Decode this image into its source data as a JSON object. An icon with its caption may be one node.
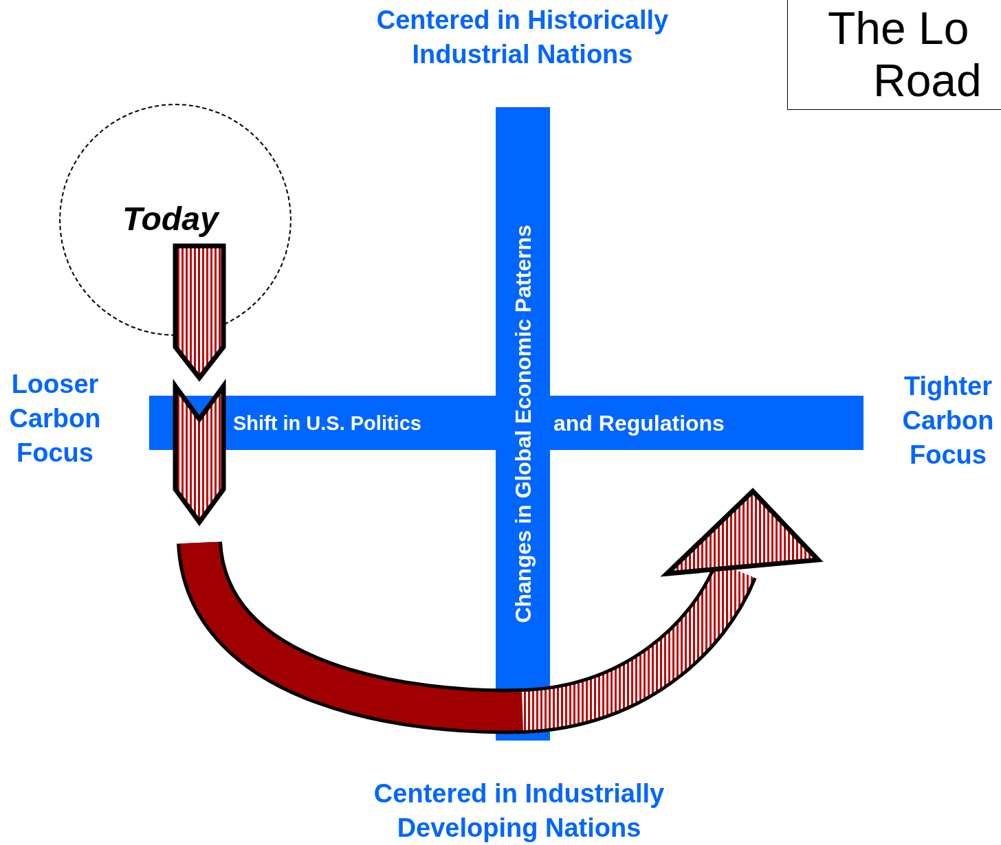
{
  "diagram": {
    "nodes": [
      {
        "text": [
          "The Lo",
          "Road"
        ]
      },
      {
        "text": [
          "Today"
        ]
      },
      {
        "text": [
          "Shift in U.S. Politics",
          "and Regulations"
        ]
      },
      {
        "text": [
          "Changes in Global Economic Patterns"
        ]
      }
    ],
    "labels": [
      "Centered in Historically Industrial Nations",
      "Looser Carbon Focus",
      "Tighter Carbon Focus",
      "Centered in Industrially Developing Nations"
    ]
  }
}
